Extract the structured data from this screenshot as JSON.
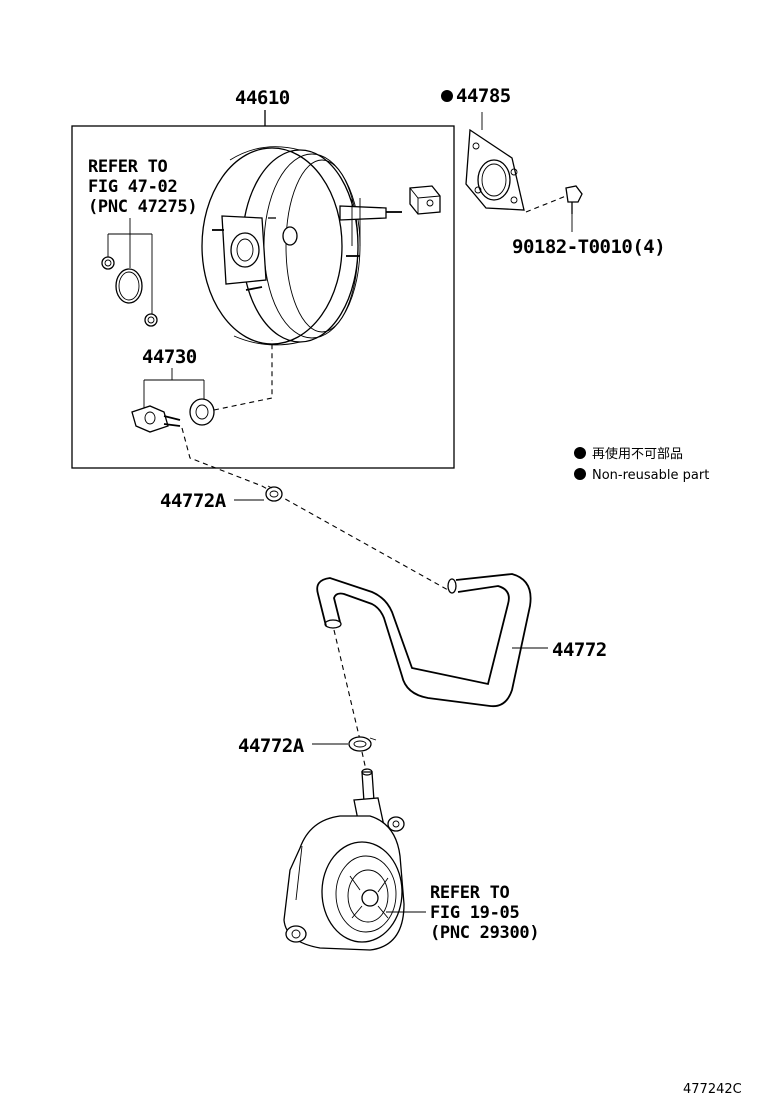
{
  "labels": {
    "booster": "44610",
    "gasket": "44785",
    "nut": "90182-T0010(4)",
    "check_valve": "44730",
    "clip_upper": "44772A",
    "hose": "44772",
    "clip_lower": "44772A"
  },
  "refer_booster": {
    "line1": "REFER TO",
    "line2": "FIG 47-02",
    "line3": "(PNC 47275)"
  },
  "refer_pump": {
    "line1": "REFER TO",
    "line2": "FIG 19-05",
    "line3": "(PNC 29300)"
  },
  "legend": {
    "jp": "再使用不可部品",
    "en": "Non-reusable part"
  },
  "figure_id": "477242C"
}
